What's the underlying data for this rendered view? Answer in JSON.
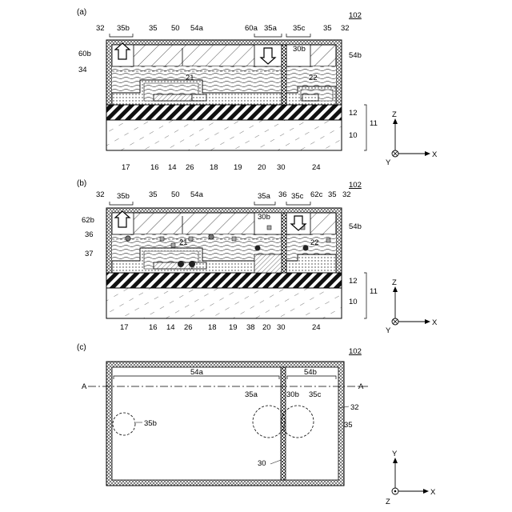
{
  "figure_id": "102",
  "panels": {
    "a": {
      "label": "(a)",
      "figure_id": "102",
      "refs": {
        "r32L": "32",
        "r35bL": "35b",
        "r35": "35",
        "r54a": "54a",
        "r60a": "60a",
        "r35a": "35a",
        "r35c": "35c",
        "r35R": "35",
        "r32R": "32",
        "r60b": "60b",
        "r50": "50",
        "r30b": "30b",
        "r54b": "54b",
        "r34": "34",
        "r21": "21",
        "r22": "22",
        "r12": "12",
        "r11": "11",
        "r10": "10",
        "b17": "17",
        "b16": "16",
        "b14": "14",
        "b26": "26",
        "b18": "18",
        "b19": "19",
        "b20": "20",
        "b30": "30",
        "b24": "24"
      },
      "axes": {
        "z": "Z",
        "x": "X",
        "y": "Y"
      }
    },
    "b": {
      "label": "(b)",
      "figure_id": "102",
      "refs": {
        "r32L": "32",
        "r35b": "35b",
        "r35": "35",
        "r50": "50",
        "r54a": "54a",
        "r35a": "35a",
        "r36t": "36",
        "r35c": "35c",
        "r62c": "62c",
        "r35R": "35",
        "r32R": "32",
        "r62b": "62b",
        "r30b": "30b",
        "r54b": "54b",
        "r36": "36",
        "r21": "21",
        "r22": "22",
        "r37": "37",
        "r12": "12",
        "r11": "11",
        "r10": "10",
        "b17": "17",
        "b16": "16",
        "b14": "14",
        "b26": "26",
        "b18": "18",
        "b19": "19",
        "b38": "38",
        "b20": "20",
        "b30": "30",
        "b24": "24"
      },
      "axes": {
        "z": "Z",
        "x": "X",
        "y": "Y"
      }
    },
    "c": {
      "label": "(c)",
      "figure_id": "102",
      "refs": {
        "r54a": "54a",
        "r54b": "54b",
        "rA1": "A",
        "rA2": "A",
        "r35a": "35a",
        "r30b": "30b",
        "r35c": "35c",
        "r32": "32",
        "r35b": "35b",
        "r35": "35",
        "r30": "30"
      },
      "axes": {
        "y": "Y",
        "x": "X",
        "z": "Z"
      }
    }
  }
}
